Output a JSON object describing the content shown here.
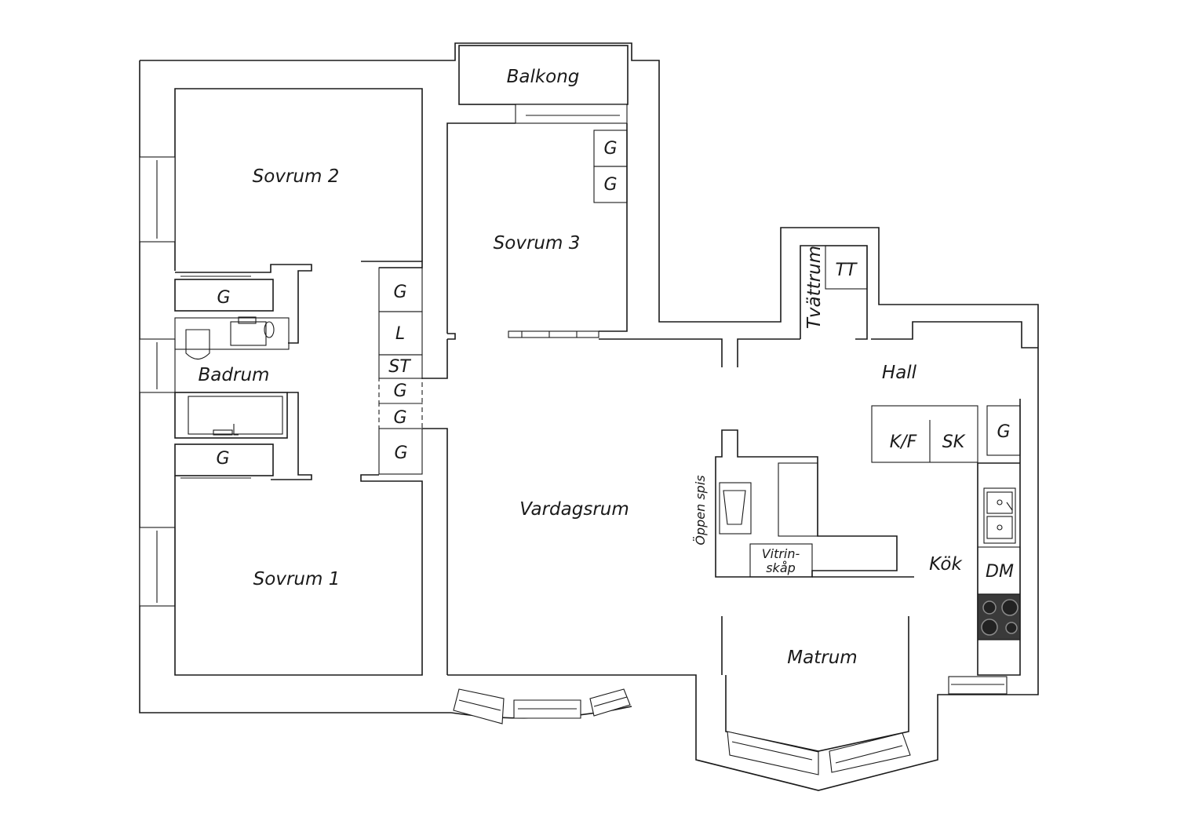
{
  "rooms": {
    "balkong": "Balkong",
    "sovrum2": "Sovrum 2",
    "sovrum3": "Sovrum 3",
    "sovrum1": "Sovrum 1",
    "badrum": "Badrum",
    "vardagsrum": "Vardagsrum",
    "hall": "Hall",
    "kok": "Kök",
    "matrum": "Matrum",
    "tvattrum": "Tvättrum"
  },
  "fixtures": {
    "g": "G",
    "l": "L",
    "st": "ST",
    "tt": "TT",
    "kf": "K/F",
    "sk": "SK",
    "dm": "DM",
    "oppen_spis": "Öppen spis",
    "vitrin_1": "Vitrin-",
    "vitrin_2": "skåp"
  },
  "colors": {
    "line": "#1a1a1a",
    "background": "#ffffff",
    "hob": "#3a3a3a"
  }
}
